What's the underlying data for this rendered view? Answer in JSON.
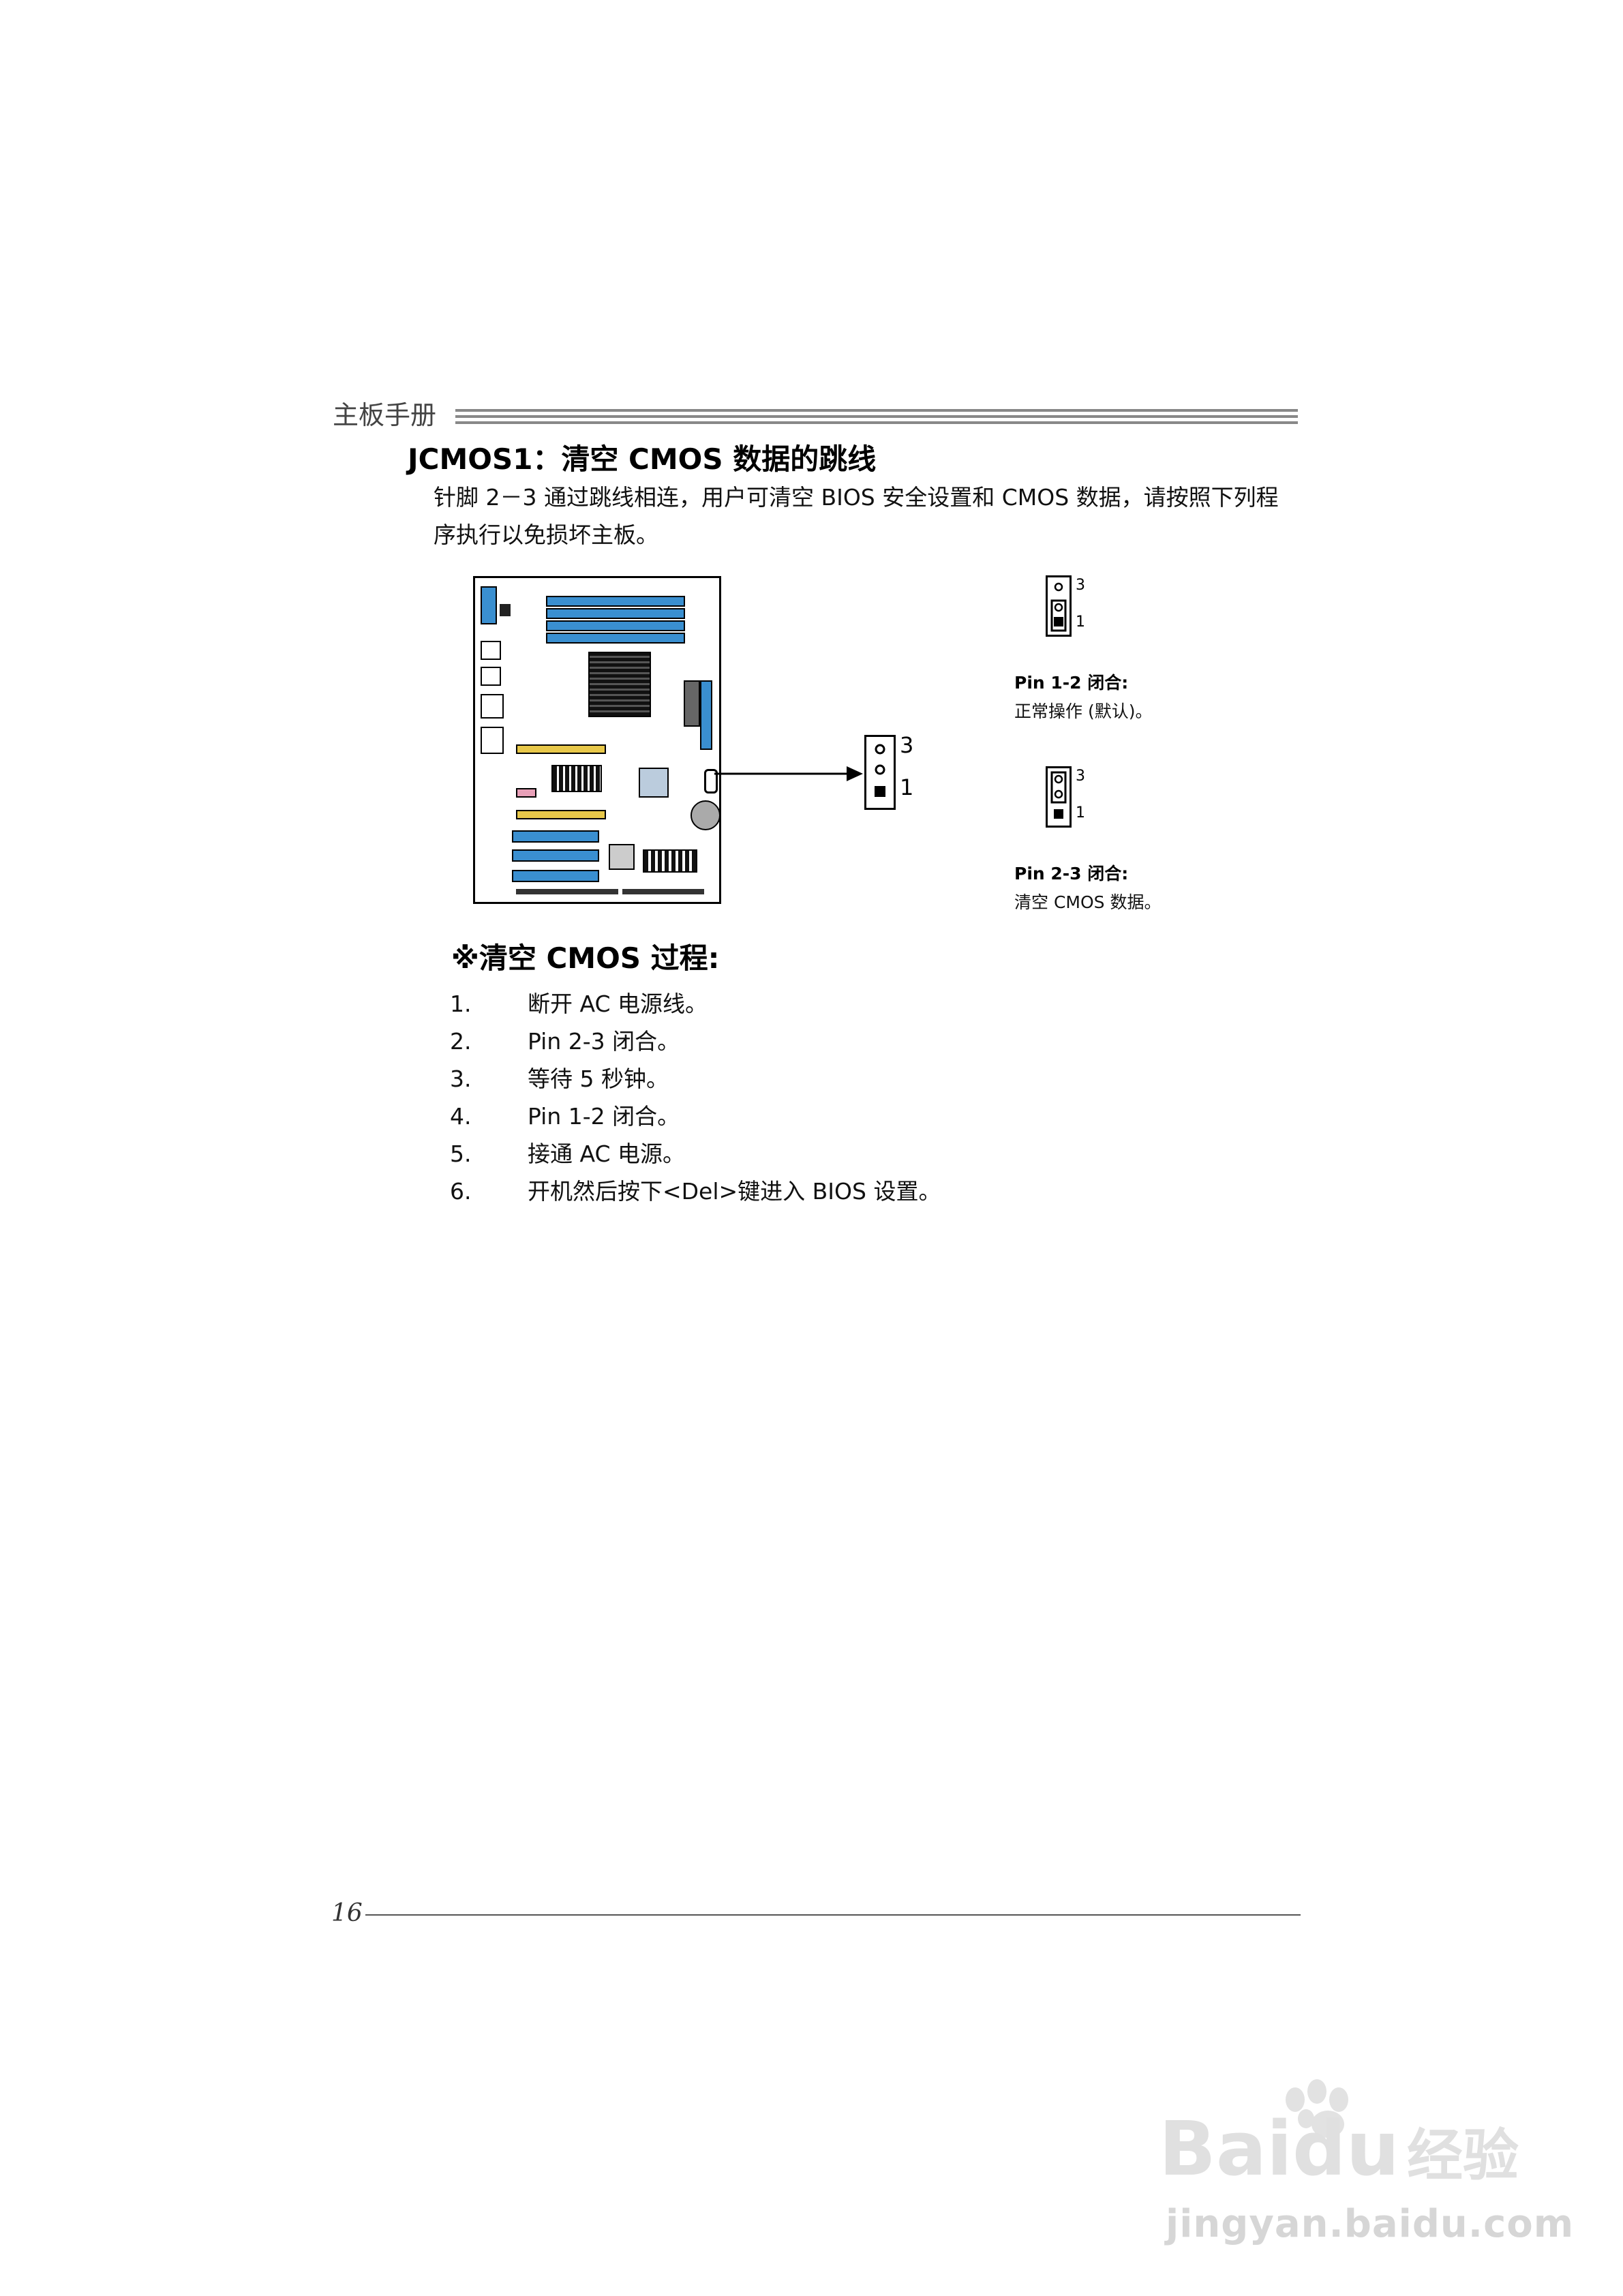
{
  "header": {
    "label": "主板手册"
  },
  "section": {
    "title": "JCMOS1：清空 CMOS 数据的跳线",
    "intro": "针脚 2－3 通过跳线相连，用户可清空 BIOS 安全设置和 CMOS 数据，请按照下列程序执行以免损坏主板。"
  },
  "diagram": {
    "pin_top": "3",
    "pin_bottom": "1"
  },
  "jumper_states": [
    {
      "pin_top": "3",
      "pin_bottom": "1",
      "title": "Pin 1-2 闭合:",
      "text": "正常操作 (默认)。"
    },
    {
      "pin_top": "3",
      "pin_bottom": "1",
      "title": "Pin 2-3  闭合:",
      "text": "清空 CMOS 数据。"
    }
  ],
  "procedure": {
    "title": "※清空 CMOS 过程:",
    "steps": [
      {
        "num": "1.",
        "text": "断开 AC 电源线。"
      },
      {
        "num": "2.",
        "text": "Pin 2-3  闭合。"
      },
      {
        "num": "3.",
        "text": "等待 5 秒钟。"
      },
      {
        "num": "4.",
        "text": "Pin 1-2  闭合。"
      },
      {
        "num": "5.",
        "text": "接通  AC  电源。"
      },
      {
        "num": "6.",
        "text": "开机然后按下<Del>键进入 BIOS 设置。"
      }
    ]
  },
  "footer": {
    "page_number": "16"
  },
  "watermark": {
    "brand": "Bai du 经验",
    "url": "jingyan.baidu.com"
  }
}
